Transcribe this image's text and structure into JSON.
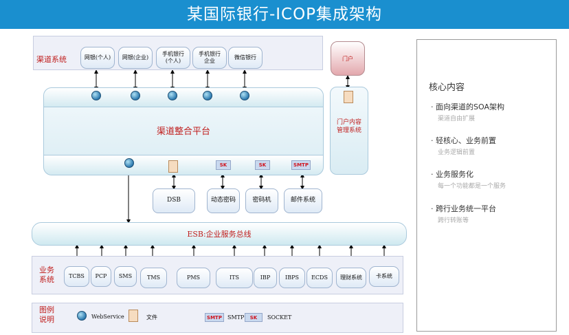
{
  "title": "某国际银行-ICOP集成架构",
  "channels": {
    "label": "渠道系统",
    "items": [
      "网银(个人)",
      "网银(企业)",
      "手机银行\n(个人)",
      "手机银行\n企业",
      "微信银行"
    ]
  },
  "portal": {
    "label": "门户",
    "cms_label": "门户内容\n管理系统"
  },
  "platform": {
    "label": "渠道整合平台"
  },
  "sk_label": "SK",
  "smtp_label": "SMTP",
  "services": [
    "DSB",
    "动态密码",
    "密码机",
    "邮件系统"
  ],
  "esb": {
    "label": "ESB:企业服务总线"
  },
  "business": {
    "label": "业务\n系统",
    "items": [
      "TCBS",
      "PCP",
      "SMS",
      "TMS",
      "PMS",
      "ITS",
      "IBP",
      "IBPS",
      "ECDS",
      "理财系统",
      "卡系统"
    ]
  },
  "legend": {
    "label": "图例\n说明",
    "webservice": "WebService",
    "file": "文件",
    "smtp": "SMTP",
    "socket": "SOCKET"
  },
  "core": {
    "heading": "核心内容",
    "points": [
      {
        "main": "面向渠道的SOA架构",
        "sub": "渠道自由扩展"
      },
      {
        "main": "轻核心、业务前置",
        "sub": "业务逻辑前置"
      },
      {
        "main": "业务服务化",
        "sub": "每一个功能都是一个服务"
      },
      {
        "main": "跨行业务统一平台",
        "sub": "跨行转账等"
      }
    ]
  },
  "colors": {
    "title_bar": "#1a8fcf",
    "label_red": "#c0201f",
    "portal": "#e8b4b6"
  }
}
